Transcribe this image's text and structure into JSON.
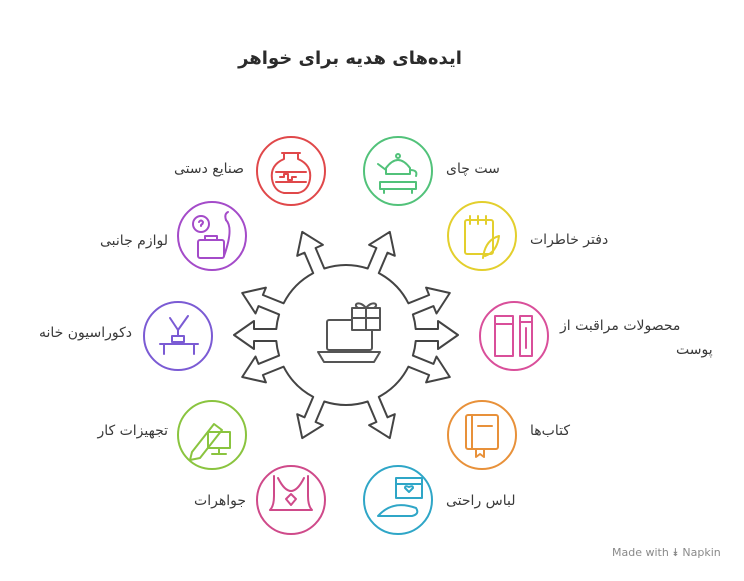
{
  "title": "ایده‌های هدیه برای خواهر",
  "items": [
    {
      "id": "tea-set",
      "label": "ست چای",
      "icon": "teapot-icon",
      "color": "#52c27a"
    },
    {
      "id": "journal",
      "label": "دفتر خاطرات",
      "icon": "notebook-icon",
      "color": "#e3cf2d"
    },
    {
      "id": "skincare",
      "label": "محصولات مراقبت از پوست",
      "label_line1": "محصولات مراقبت از",
      "label_line2": "پوست",
      "icon": "skincare-tubes-icon",
      "color": "#d94f9a"
    },
    {
      "id": "books",
      "label": "کتاب‌ها",
      "icon": "book-icon",
      "color": "#e8913a"
    },
    {
      "id": "loungewear",
      "label": "لباس راحتی",
      "icon": "gift-slipper-icon",
      "color": "#2fa6c7"
    },
    {
      "id": "jewelry",
      "label": "جواهرات",
      "icon": "necklace-icon",
      "color": "#cf4a8a"
    },
    {
      "id": "work-gear",
      "label": "تجهیزات کار",
      "icon": "pencil-monitor-icon",
      "color": "#8ac43f"
    },
    {
      "id": "home-decor",
      "label": "دکوراسیون خانه",
      "icon": "vase-table-icon",
      "color": "#7b5bd4"
    },
    {
      "id": "accessories",
      "label": "لوازم جانبی",
      "icon": "bag-umbrella-icon",
      "color": "#a44bc9"
    },
    {
      "id": "handicrafts",
      "label": "صنایع دستی",
      "icon": "pottery-icon",
      "color": "#e0484a"
    }
  ],
  "center_icon": "laptop-gift-icon",
  "footer": "Made with ⯯ Napkin"
}
